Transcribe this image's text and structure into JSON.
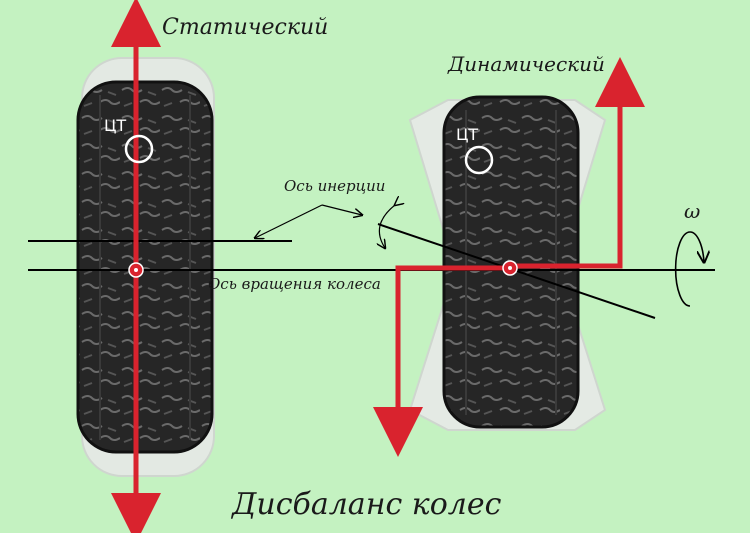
{
  "title": "Дисбаланс колес",
  "labels": {
    "static": "Статический",
    "dynamic": "Динамический",
    "inertia_axis": "Ось инерции",
    "rotation_axis": "Ось вращения колеса",
    "center_of_gravity": "ЦТ",
    "omega": "ω"
  },
  "colors": {
    "background": "#c4f2c1",
    "arrow": "#d9232e",
    "axis": "#000000",
    "tire": "#1f1f1f",
    "ghost_tire": "#e2e8e2"
  }
}
